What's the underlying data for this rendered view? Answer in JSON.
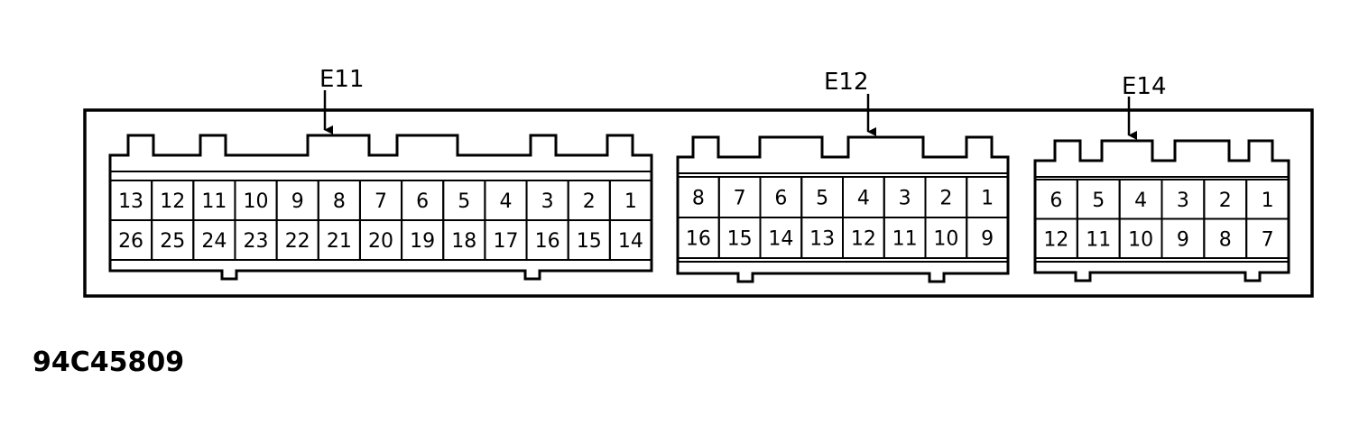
{
  "figure_code": "94C45809",
  "connectors": [
    {
      "id": "E11",
      "label": "E11",
      "top_row": [
        "13",
        "12",
        "11",
        "10",
        "9",
        "8",
        "7",
        "6",
        "5",
        "4",
        "3",
        "2",
        "1"
      ],
      "bottom_row": [
        "26",
        "25",
        "24",
        "23",
        "22",
        "21",
        "20",
        "19",
        "18",
        "17",
        "16",
        "15",
        "14"
      ]
    },
    {
      "id": "E12",
      "label": "E12",
      "top_row": [
        "8",
        "7",
        "6",
        "5",
        "4",
        "3",
        "2",
        "1"
      ],
      "bottom_row": [
        "16",
        "15",
        "14",
        "13",
        "12",
        "11",
        "10",
        "9"
      ]
    },
    {
      "id": "E14",
      "label": "E14",
      "top_row": [
        "6",
        "5",
        "4",
        "3",
        "2",
        "1"
      ],
      "bottom_row": [
        "12",
        "11",
        "10",
        "9",
        "8",
        "7"
      ]
    }
  ]
}
